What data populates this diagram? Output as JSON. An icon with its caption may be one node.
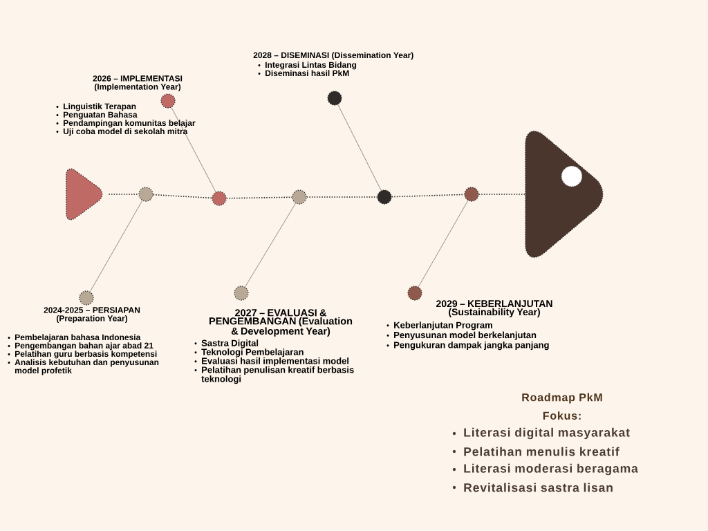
{
  "diagram": {
    "nodes": [
      {
        "text": [],
        "shape": "triangle"
      },
      {
        "text": [],
        "shape": "circle"
      },
      {
        "text": [],
        "shape": "circle"
      },
      {
        "text": [],
        "shape": "circle"
      },
      {
        "text": [],
        "shape": "circle"
      },
      {
        "text": [],
        "shape": "circle"
      },
      {
        "text": [],
        "shape": "circle",
        "beside": [
          "2024-2025 – PERSIAPAN (Preparation Year)",
          "Pembelajaran bahasa Indonesia",
          "Pengembangan bahan ajar abad 21",
          "Pelatihan guru berbasis kompetensi",
          "Analisis kebutuhan dan penyusunan model profetik"
        ]
      },
      {
        "text": [],
        "shape": "circle",
        "beside": [
          "2026 – IMPLEMENTASI (Implementation Year)",
          "Linguistik Terapan",
          "Penguatan Bahasa",
          "Pendampingan komunitas belajar",
          "Uji coba model di sekolah mitra"
        ]
      },
      {
        "text": [],
        "shape": "circle",
        "beside": [
          "2027 – EVALUASI & PENGEMBANGAN (Evaluation & Development Year)",
          "Sastra Digital",
          "Teknologi Pembelajaran",
          "Evaluasi hasil implementasi model",
          "Pelatihan penulisan kreatif berbasis teknologi"
        ]
      },
      {
        "text": [],
        "shape": "circle",
        "beside": [
          "2028 – DISEMINASI (Dissemination Year)",
          "Integrasi Lintas Bidang",
          "Diseminasi hasil PkM"
        ]
      },
      {
        "text": [],
        "shape": "circle",
        "beside": [
          "2029 – KEBERLANJUTAN (Sustainability Year)",
          "Keberlanjutan Program",
          "Penyusunan model berkelanjutan",
          "Pengukuran dampak jangka panjang"
        ]
      },
      {
        "text": [],
        "shape": "triangle"
      }
    ],
    "edges": [
      {
        "from": 0,
        "to": 1,
        "arrow": "none",
        "style": "dashed"
      },
      {
        "from": 1,
        "to": 2,
        "arrow": "none",
        "style": "dashed"
      },
      {
        "from": 2,
        "to": 3,
        "arrow": "none",
        "style": "dashed"
      },
      {
        "from": 3,
        "to": 4,
        "arrow": "none",
        "style": "dashed"
      },
      {
        "from": 4,
        "to": 5,
        "arrow": "none",
        "style": "dashed"
      },
      {
        "from": 5,
        "to": 11,
        "arrow": "none",
        "style": "dashed"
      },
      {
        "from": 6,
        "to": 1,
        "arrow": "none"
      },
      {
        "from": 7,
        "to": 2,
        "arrow": "none"
      },
      {
        "from": 8,
        "to": 3,
        "arrow": "none"
      },
      {
        "from": 9,
        "to": 4,
        "arrow": "none"
      },
      {
        "from": 10,
        "to": 5,
        "arrow": "none"
      }
    ],
    "labels": [
      "Roadmap PkM",
      "Fokus:",
      "Literasi digital masyarakat",
      "Pelatihan menulis kreatif",
      "Literasi moderasi beragama",
      "Revitalisasi sastra lisan"
    ]
  }
}
